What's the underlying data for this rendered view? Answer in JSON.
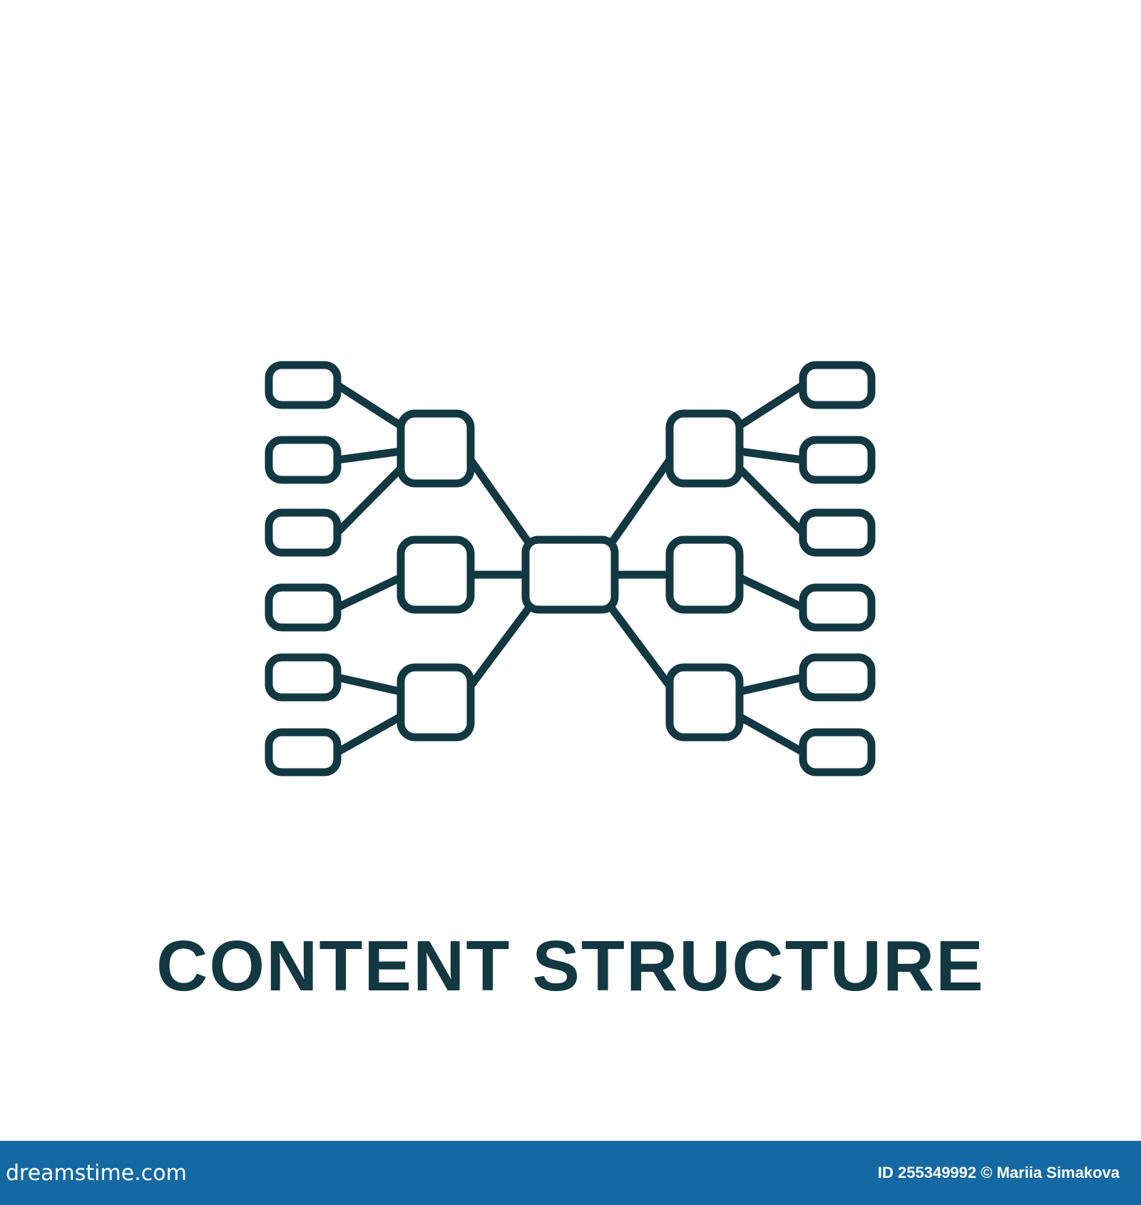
{
  "caption": {
    "text": "CONTENT STRUCTURE"
  },
  "footer": {
    "logo_text": "dreamstime.com",
    "credit_text": "ID 255349992 © Mariia Simakova"
  },
  "icon": {
    "name": "content-structure-icon"
  },
  "colors": {
    "stroke": "#123842",
    "text": "#123842",
    "footer_background": "#1569a3",
    "footer_text": "#ffffff",
    "background": "#ffffff"
  }
}
